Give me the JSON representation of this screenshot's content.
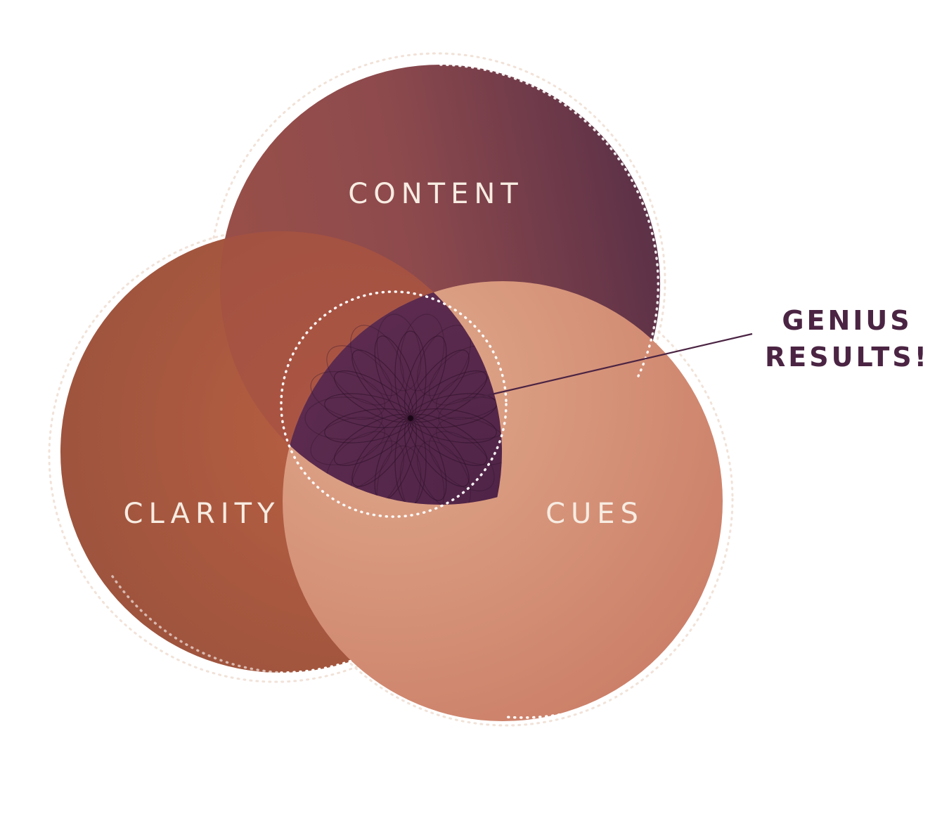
{
  "diagram": {
    "labels": {
      "content": "CONTENT",
      "clarity": "CLARITY",
      "cues": "CUES"
    },
    "callout": {
      "line1": "GENIUS",
      "line2": "RESULTS!"
    },
    "colors": {
      "content_light": "#9a4b4a",
      "content_dark": "#5c3148",
      "clarity_light": "#b65d40",
      "clarity_dark": "#9b533c",
      "cues_light": "#dfa88a",
      "cues_dark": "#cc8068",
      "center": "#5a2a4e",
      "label_text": "#f7ece2",
      "callout_text": "#4b2443"
    }
  }
}
